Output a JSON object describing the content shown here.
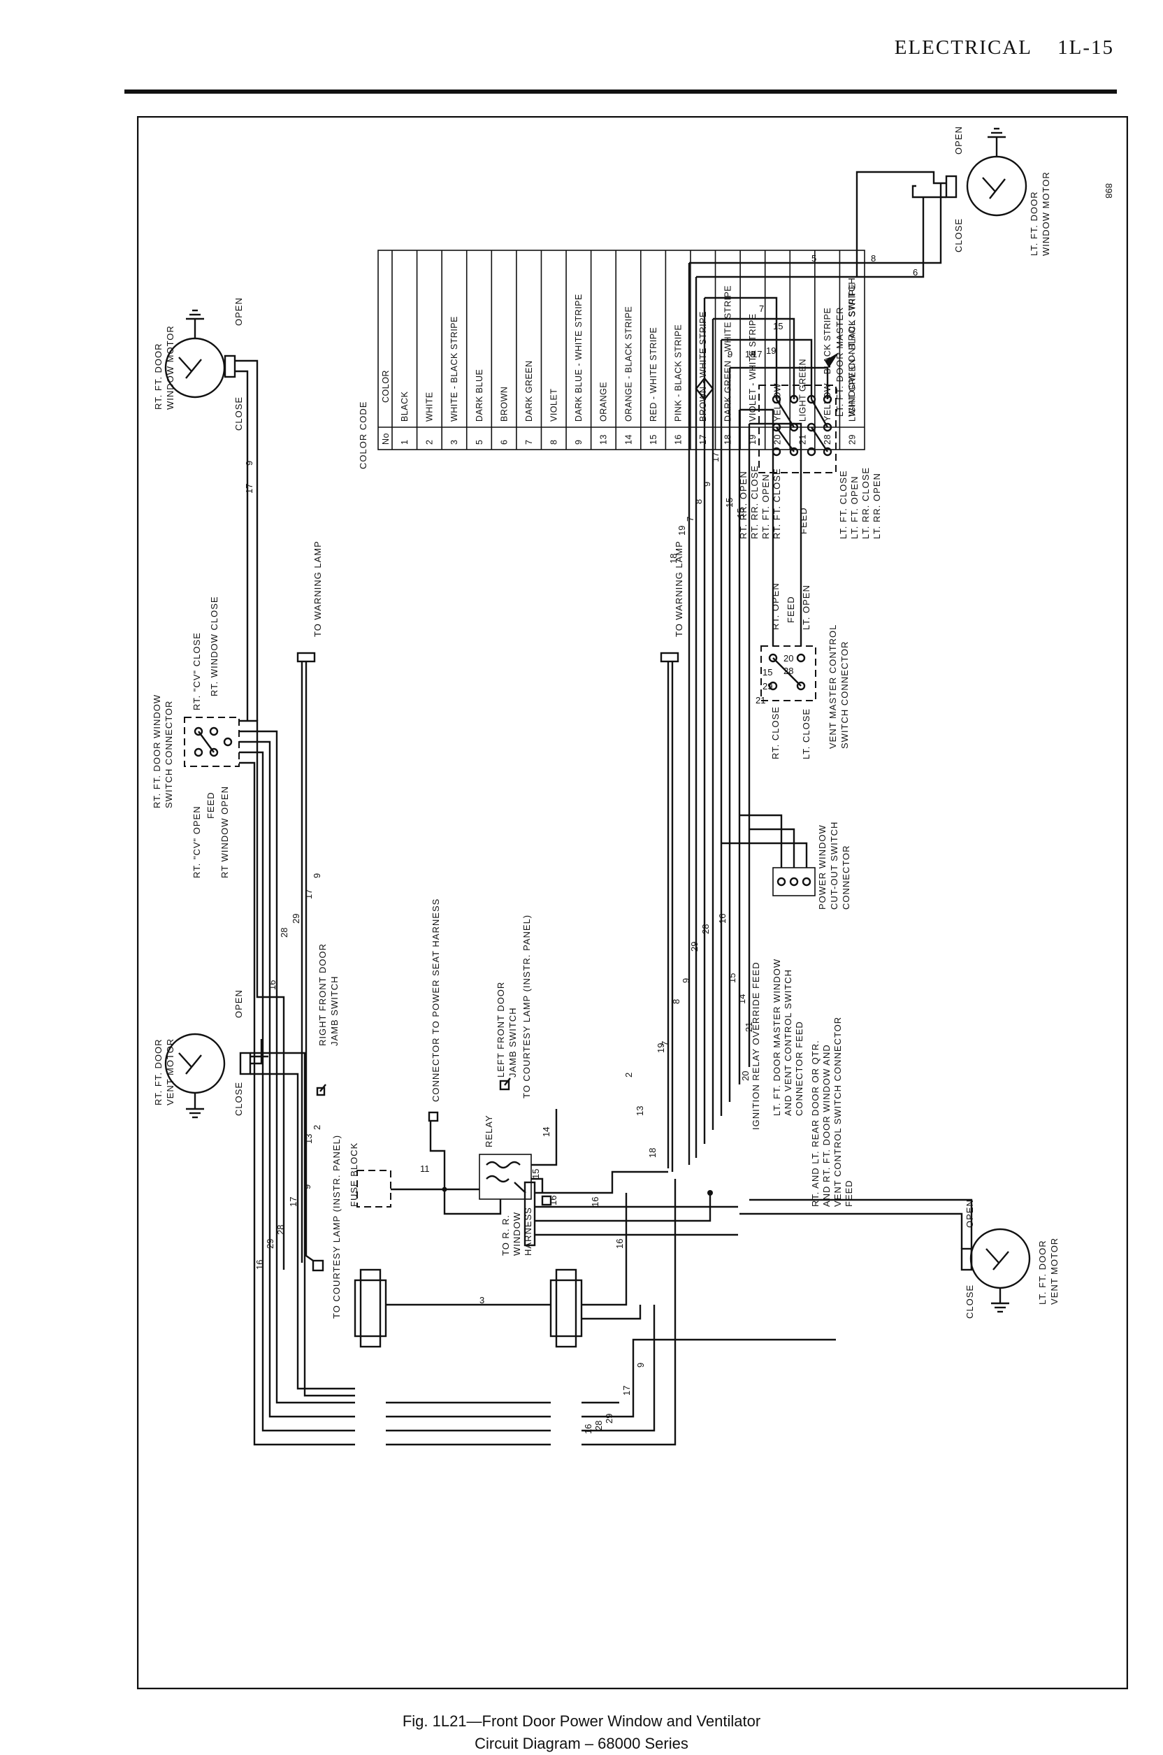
{
  "header": {
    "section": "ELECTRICAL",
    "page": "1L-15"
  },
  "caption": {
    "line1": "Fig. 1L21—Front Door Power Window and Ventilator",
    "line2": "Circuit Diagram – 68000 Series"
  },
  "diagram_id": "898",
  "color_code": {
    "title": "COLOR CODE",
    "col_no": "No",
    "col_color": "COLOR",
    "rows": [
      {
        "no": "1",
        "color": "BLACK"
      },
      {
        "no": "2",
        "color": "WHITE"
      },
      {
        "no": "3",
        "color": "WHITE - BLACK STRIPE"
      },
      {
        "no": "5",
        "color": "DARK BLUE"
      },
      {
        "no": "6",
        "color": "BROWN"
      },
      {
        "no": "7",
        "color": "DARK GREEN"
      },
      {
        "no": "8",
        "color": "VIOLET"
      },
      {
        "no": "9",
        "color": "DARK BLUE - WHITE STRIPE"
      },
      {
        "no": "13",
        "color": "ORANGE"
      },
      {
        "no": "14",
        "color": "ORANGE - BLACK STRIPE"
      },
      {
        "no": "15",
        "color": "RED - WHITE STRIPE"
      },
      {
        "no": "16",
        "color": "PINK - BLACK STRIPE"
      },
      {
        "no": "17",
        "color": "BROWN - WHITE STRIPE"
      },
      {
        "no": "18",
        "color": "DARK GREEN - WHITE STRIPE"
      },
      {
        "no": "19",
        "color": "VIOLET - WHITE STRIPE"
      },
      {
        "no": "20",
        "color": "YELLOW"
      },
      {
        "no": "21",
        "color": "LIGHT GREEN"
      },
      {
        "no": "28",
        "color": "YELLOW - BLACK STRIPE"
      },
      {
        "no": "29",
        "color": "LIGHT GREEN - BLACK STRIPE"
      }
    ]
  },
  "labels": {
    "rt_window_motor": [
      "RT. FT. DOOR",
      "WINDOW MOTOR"
    ],
    "rt_vent_motor": [
      "RT. FT. DOOR",
      "VENT MOTOR"
    ],
    "lt_window_motor": [
      "LT. FT. DOOR",
      "WINDOW MOTOR"
    ],
    "lt_vent_motor": [
      "LT. FT. DOOR",
      "VENT MOTOR"
    ],
    "open": "OPEN",
    "close": "CLOSE",
    "rt_switch_conn": [
      "RT. FT. DOOR WINDOW",
      "SWITCH CONNECTOR"
    ],
    "rt_cv_close": "RT. \"CV\" CLOSE",
    "rt_window_close": "RT. WINDOW CLOSE",
    "rt_cv_open": "RT. \"CV\" OPEN",
    "feed": "FEED",
    "rt_window_open": "RT WINDOW OPEN",
    "to_warning_lamp": "TO WARNING LAMP",
    "right_jamb": [
      "RIGHT FRONT DOOR",
      "JAMB SWITCH"
    ],
    "to_courtesy_rt": "TO COURTESY LAMP (INSTR. PANEL)",
    "fuse_block": "FUSE BLOCK",
    "seat_harness": "CONNECTOR TO POWER SEAT HARNESS",
    "left_jamb": [
      "LEFT FRONT DOOR",
      "JAMB SWITCH"
    ],
    "to_courtesy_lt": "TO COURTESY LAMP (INSTR. PANEL)",
    "relay": "RELAY",
    "rr_harness": [
      "TO R. R.",
      "WINDOW",
      "HARNESS"
    ],
    "lt_master": [
      "LT. FT. DOOR MASTER",
      "WINDOW CONTROL SWITCH"
    ],
    "master_left": [
      "RT. RR. OPEN",
      "RT. RR. CLOSE",
      "RT. FT. OPEN",
      "RT. FT. CLOSE"
    ],
    "master_right": [
      "LT. FT. CLOSE",
      "LT. FT. OPEN",
      "LT. RR. CLOSE",
      "LT. RR. OPEN"
    ],
    "vent_master": [
      "VENT MASTER CONTROL",
      "SWITCH CONNECTOR"
    ],
    "rt_open": "RT. OPEN",
    "lt_open": "LT. OPEN",
    "rt_close": "RT. CLOSE",
    "lt_close": "LT. CLOSE",
    "cutout": [
      "POWER WINDOW",
      "CUT-OUT SWITCH",
      "CONNECTOR"
    ],
    "ignition": "IGNITION RELAY OVERRIDE FEED",
    "lt_master_conn": [
      "LT. FT. DOOR MASTER WINDOW",
      "AND VENT CONTROL SWITCH",
      "CONNECTOR FEED"
    ],
    "rear_conn": [
      "RT. AND LT. REAR DOOR OR QTR.",
      "AND RT. FT. DOOR WINDOW AND",
      "VENT CONTROL SWITCH CONNECTOR",
      "FEED"
    ]
  }
}
